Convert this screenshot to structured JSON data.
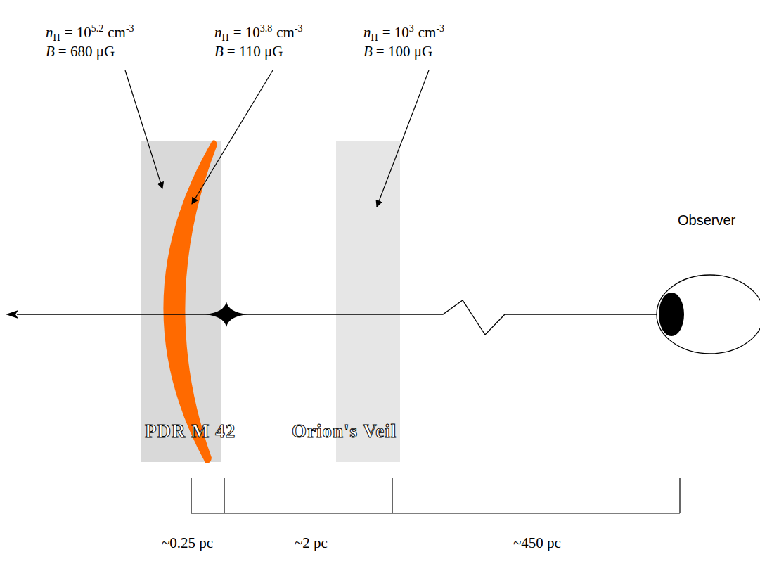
{
  "diagram": {
    "nodes": [
      {
        "text": [
          "PDR"
        ]
      },
      {
        "text": [
          "M 42"
        ]
      },
      {
        "text": [
          "Orion's Veil"
        ]
      },
      {
        "text": [
          "Observer"
        ]
      }
    ],
    "labels": [
      "n",
      "H",
      "= 10",
      "5.2",
      "cm",
      "-3",
      "B",
      "= 680 μG",
      "n",
      "H",
      "= 10",
      "3.8",
      "cm",
      "-3",
      "B",
      "= 110 μG",
      "n",
      "H",
      "= 10",
      "3",
      "cm",
      "-3",
      "B",
      "= 100 μG",
      "~0.25 pc",
      "~2 pc",
      "~450 pc"
    ]
  }
}
